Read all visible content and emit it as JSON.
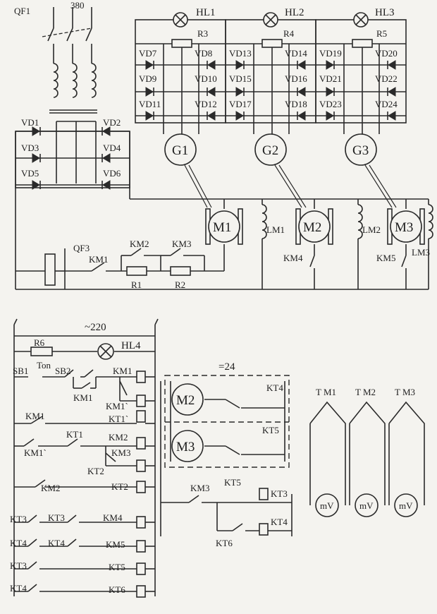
{
  "power": {
    "qf1": "QF1",
    "voltage": "380",
    "qf3": "QF3",
    "rectifier_diodes": [
      "VD1",
      "VD2",
      "VD3",
      "VD4",
      "VD5",
      "VD6"
    ],
    "lamps": [
      "HL1",
      "HL2",
      "HL3"
    ],
    "resistors_top": [
      "R3",
      "R4",
      "R5"
    ],
    "bridge_diodes": [
      [
        "VD7",
        "VD8",
        "VD9",
        "VD10",
        "VD11",
        "VD12"
      ],
      [
        "VD13",
        "VD14",
        "VD15",
        "VD16",
        "VD17",
        "VD18"
      ],
      [
        "VD19",
        "VD20",
        "VD21",
        "VD22",
        "VD23",
        "VD24"
      ]
    ],
    "generators": [
      "G1",
      "G2",
      "G3"
    ],
    "motors": [
      "M1",
      "M2",
      "M3"
    ],
    "fields": [
      "LM1",
      "LM2",
      "LM3"
    ],
    "contacts": {
      "km1": "KM1",
      "km2": "KM2",
      "km3": "KM3",
      "km4": "KM4",
      "km5": "KM5"
    },
    "resistors_start": [
      "R1",
      "R2"
    ]
  },
  "control": {
    "voltage": "~220",
    "r6": "R6",
    "hl4": "HL4",
    "sb1": "SB1",
    "sb2": "SB2",
    "ton": "Ton",
    "km1": "KM1",
    "km1p": "KM1`",
    "kt1p": "KT1`",
    "km2": "KM2",
    "km3": "KM3",
    "kt1": "KT1",
    "kt2": "KT2",
    "kt3": "KT3",
    "kt4": "KT4",
    "km4": "KM4",
    "km5": "KM5",
    "kt5": "KT5",
    "kt6": "KT6"
  },
  "aux": {
    "voltage": "=24",
    "motors": [
      "M2",
      "M3"
    ],
    "contacts": [
      "KT4",
      "KT5"
    ],
    "km3": "KM3",
    "kt5": "KT5",
    "kt6": "KT6",
    "kt3": "KT3",
    "kt4": "KT4"
  },
  "thermo": {
    "labels": [
      "T M1",
      "T M2",
      "T M3"
    ],
    "meter": "mV"
  }
}
